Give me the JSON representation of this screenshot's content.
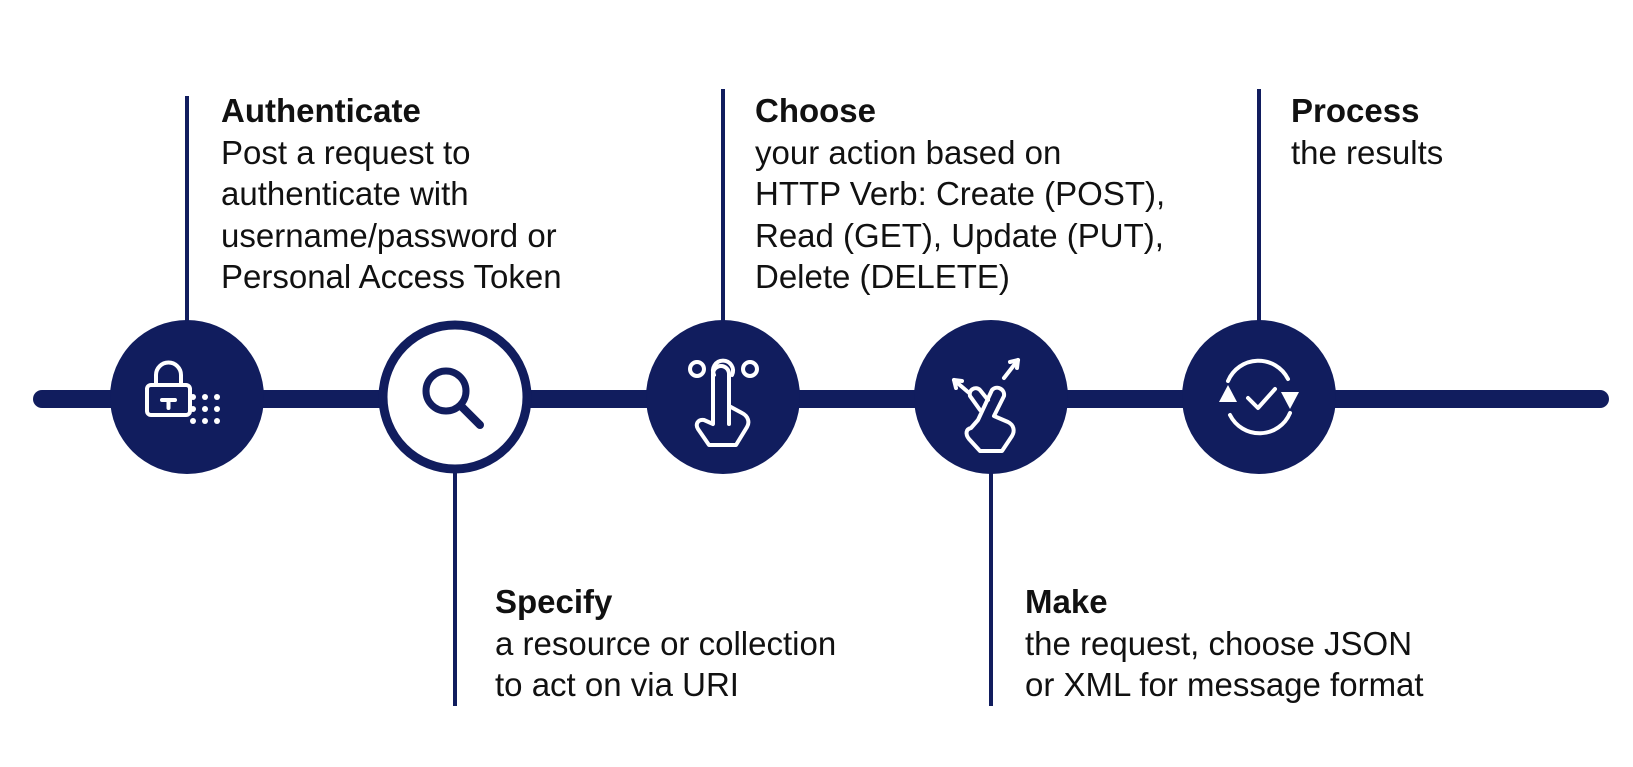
{
  "colors": {
    "navy": "#111d5e",
    "text": "#111111",
    "background": "#ffffff"
  },
  "steps": [
    {
      "id": "authenticate",
      "title": "Authenticate",
      "description": "Post a request to\nauthenticate with\nusername/password or\nPersonal Access Token",
      "icon": "lock-keypad-icon",
      "filled": true
    },
    {
      "id": "specify",
      "title": "Specify",
      "description": "a resource or collection\nto act on via URI",
      "icon": "magnifier-icon",
      "filled": false
    },
    {
      "id": "choose",
      "title": "Choose",
      "description": "your action based on\nHTTP Verb: Create (POST),\nRead (GET), Update (PUT),\nDelete (DELETE)",
      "icon": "finger-select-icon",
      "filled": true
    },
    {
      "id": "make",
      "title": "Make",
      "description": "the request, choose JSON\nor XML for message format",
      "icon": "gesture-hand-icon",
      "filled": true
    },
    {
      "id": "process",
      "title": "Process",
      "description": "the results",
      "icon": "refresh-check-icon",
      "filled": true
    }
  ]
}
